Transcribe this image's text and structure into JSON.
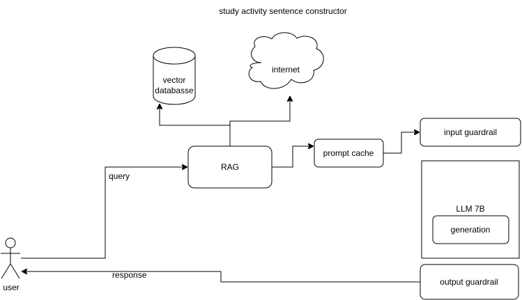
{
  "title": "study activity sentence constructor",
  "nodes": {
    "vector_db": {
      "line1": "vector",
      "line2": "databasse"
    },
    "internet": {
      "label": "internet"
    },
    "rag": {
      "label": "RAG"
    },
    "prompt_cache": {
      "label": "prompt cache"
    },
    "input_guardrail": {
      "label": "input guardrail"
    },
    "llm": {
      "label": "LLM 7B"
    },
    "generation": {
      "label": "generation"
    },
    "output_guardrail": {
      "label": "output guardrail"
    },
    "user": {
      "label": "user"
    }
  },
  "edges": {
    "query": {
      "label": "query"
    },
    "response": {
      "label": "response"
    }
  }
}
